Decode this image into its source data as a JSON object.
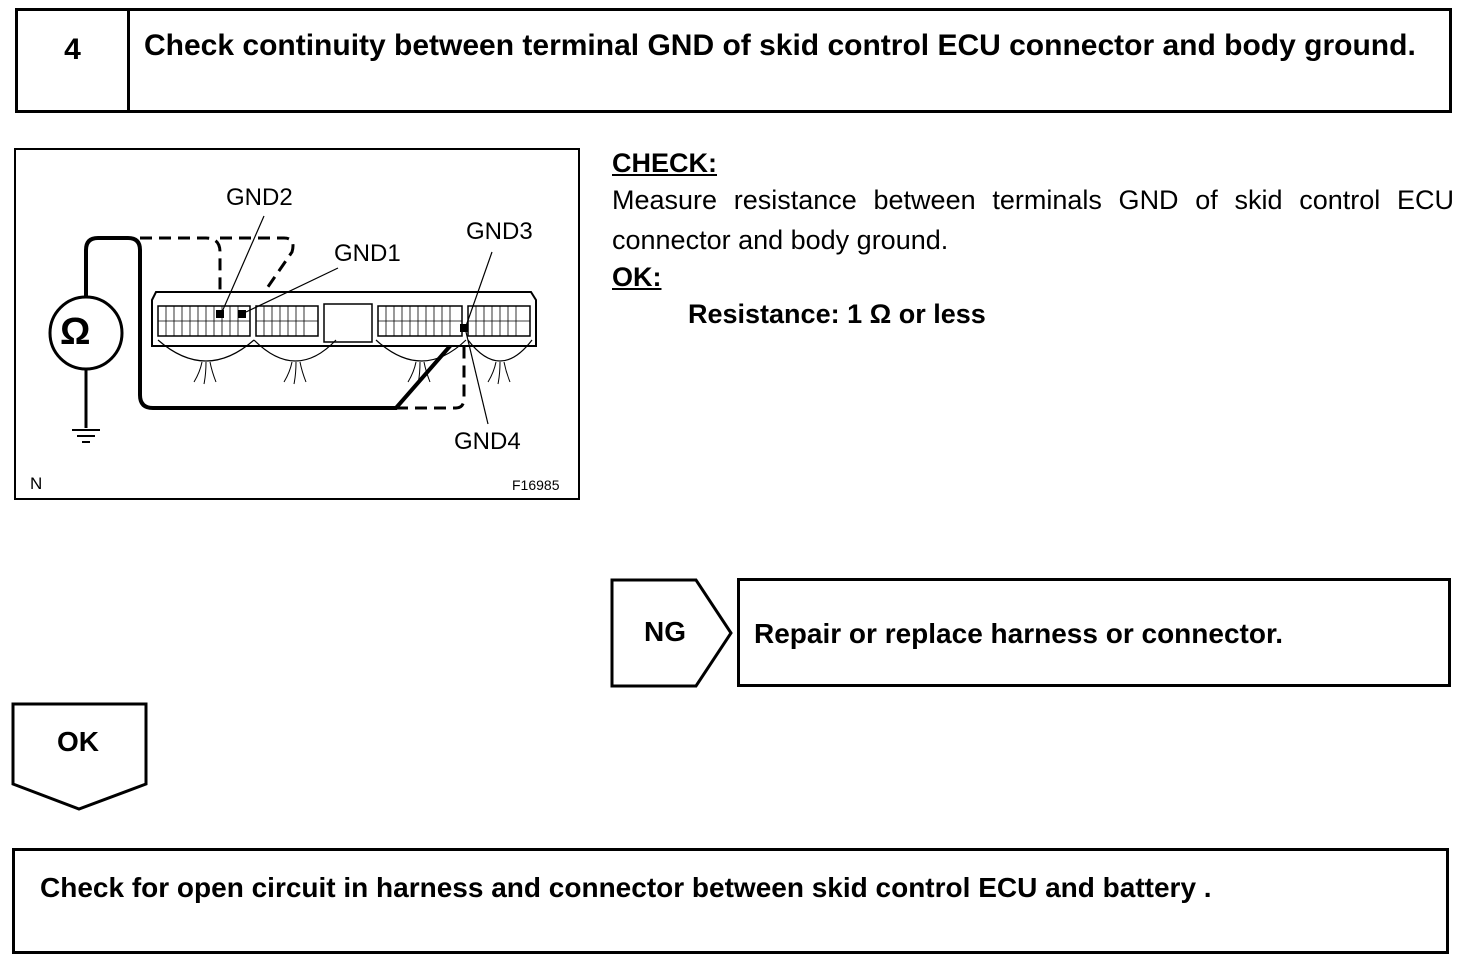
{
  "step": {
    "number": "4",
    "title": "Check continuity between terminal GND of skid control ECU connector and body ground."
  },
  "figure": {
    "labels": {
      "gnd2": "GND2",
      "gnd1": "GND1",
      "gnd3": "GND3",
      "gnd4": "GND4",
      "corner_left": "N",
      "figure_id": "F16985",
      "ohm_symbol": "Ω"
    },
    "icons": [
      "ohmmeter-icon",
      "ground-symbol-icon",
      "ecu-connector-icon"
    ]
  },
  "check": {
    "heading": "CHECK:",
    "text": "Measure resistance between terminals GND of skid control ECU connector and body ground.",
    "ok_heading": "OK:",
    "spec": "Resistance: 1 Ω or less"
  },
  "ng": {
    "label": "NG",
    "action": "Repair or replace harness or connector."
  },
  "ok": {
    "label": "OK"
  },
  "next": {
    "text": "Check for open circuit in harness and connector between skid control ECU and battery ."
  }
}
